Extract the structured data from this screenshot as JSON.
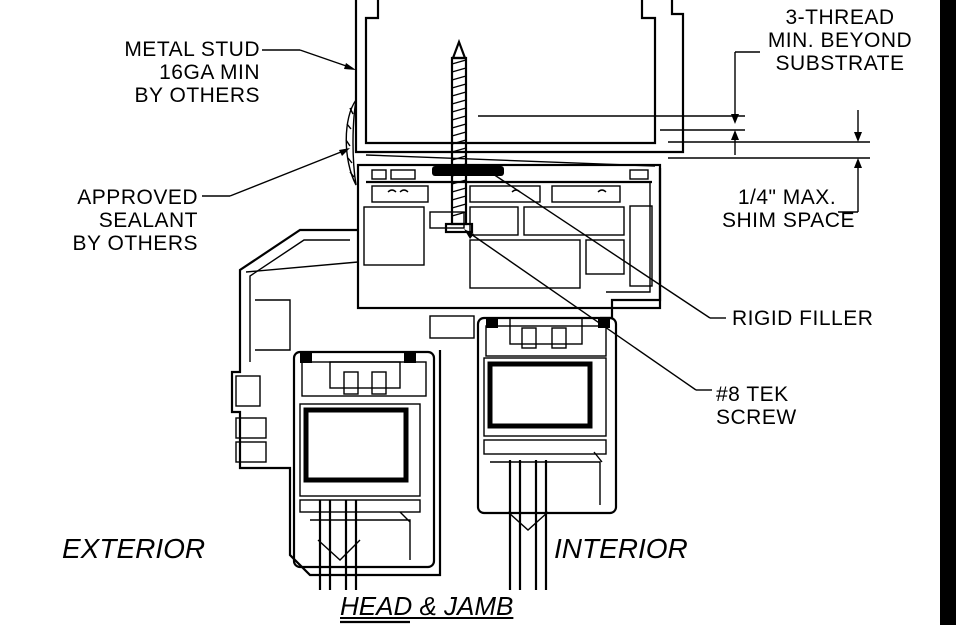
{
  "labels": {
    "metal_stud": [
      "METAL STUD",
      "16GA MIN",
      "BY OTHERS"
    ],
    "sealant": [
      "APPROVED",
      "SEALANT",
      "BY OTHERS"
    ],
    "thread": [
      "3-THREAD",
      "MIN. BEYOND",
      "SUBSTRATE"
    ],
    "shim": [
      "1/4\" MAX.",
      "SHIM SPACE"
    ],
    "rigid_filler": "RIGID FILLER",
    "screw": [
      "#8 TEK",
      "SCREW"
    ],
    "exterior": "EXTERIOR",
    "interior": "INTERIOR",
    "title": "HEAD & JAMB"
  }
}
